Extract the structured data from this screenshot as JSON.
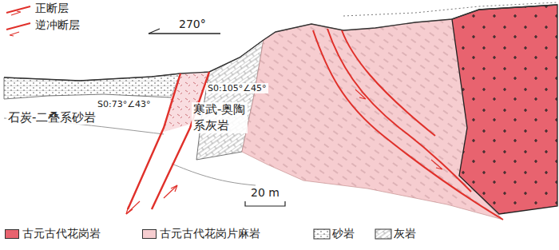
{
  "diagram": {
    "labels": [
      "270°",
      "S0:73°∠43°",
      "石炭-二叠系砂岩",
      "寒武-奥陶系灰岩",
      "S0:105°∠45°",
      "20 m"
    ],
    "legend": [
      {
        "text": "正断层"
      },
      {
        "text": "逆冲断层"
      },
      {
        "text": "古元古代花岗岩",
        "color": "#e8636f"
      },
      {
        "text": "古元古代花岗片麻岩",
        "color": "#f6cdd0"
      },
      {
        "text": "砂岩"
      },
      {
        "text": "灰岩"
      }
    ]
  }
}
